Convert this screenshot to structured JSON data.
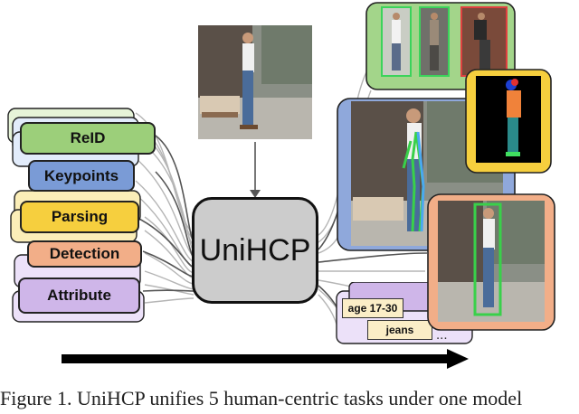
{
  "center_label": "UniHCP",
  "tasks": [
    "ReID",
    "Keypoints",
    "Parsing",
    "Detection",
    "Attribute"
  ],
  "attributes": [
    "age 17-30",
    "jeans"
  ],
  "more": "...",
  "caption": "Figure 1. UniHCP unifies 5 human-centric tasks under one model",
  "colors": {
    "reid": "#9ccf7a",
    "keypoints": "#7a9bd6",
    "parsing": "#f6cf3e",
    "detection": "#f2ae88",
    "attribute": "#cfb6e9"
  }
}
